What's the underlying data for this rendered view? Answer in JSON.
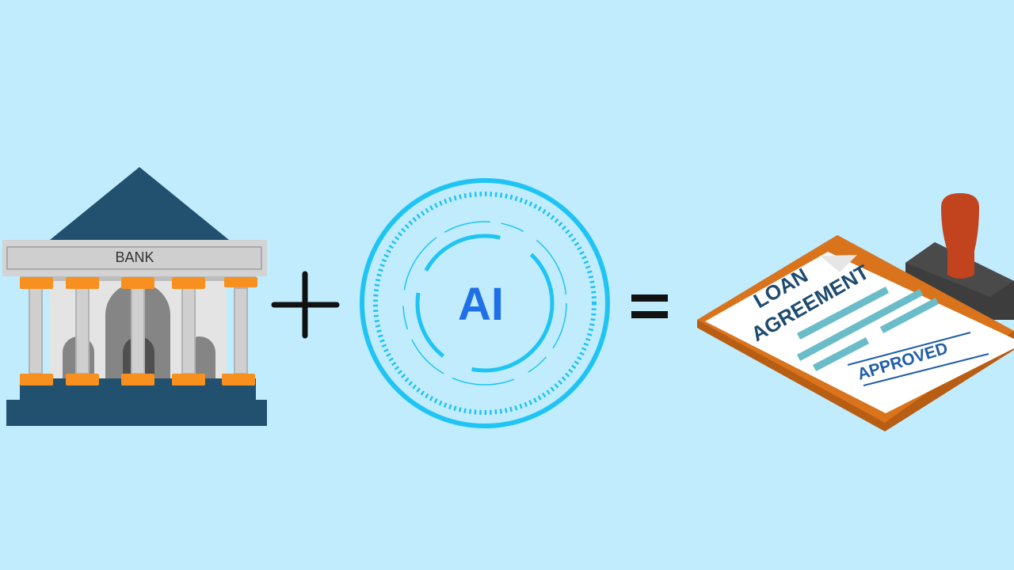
{
  "bank": {
    "sign": "BANK"
  },
  "operators": {
    "plus": "plus-icon",
    "equals": "equals-icon"
  },
  "ai": {
    "label": "AI"
  },
  "document": {
    "line1": "LOAN",
    "line2": "AGREEMENT",
    "stamp_text": "APPROVED"
  },
  "colors": {
    "background": "#c0ecfd",
    "bank_navy": "#22506f",
    "bank_orange": "#f7901e",
    "ai_ring": "#1fc4f4",
    "ai_text": "#1f6fe6",
    "board_orange": "#d9731c",
    "doc_text": "#1d4a6e",
    "doc_lines": "#6bbcc9",
    "stamp_handle": "#c2441f",
    "stamp_base": "#3d3d3d"
  }
}
